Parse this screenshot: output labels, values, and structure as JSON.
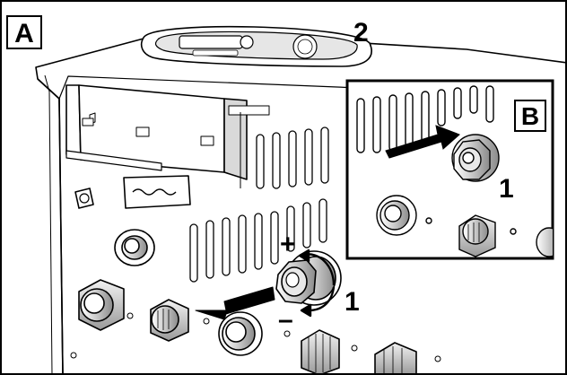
{
  "panel_a": {
    "letter": "A"
  },
  "panel_b": {
    "letter": "B"
  },
  "callouts": {
    "control_panel": "2",
    "valve_main": "1",
    "valve_inset": "1",
    "plus_sign": "+",
    "minus_sign": "–"
  },
  "colors": {
    "line": "#000000",
    "fill": "#ffffff",
    "shade": "#d9d9d9"
  }
}
